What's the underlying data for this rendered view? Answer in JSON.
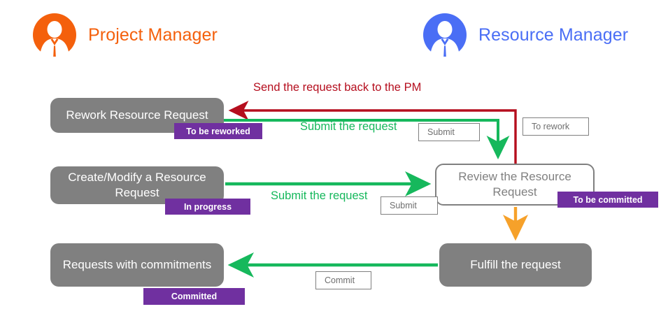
{
  "roles": [
    {
      "id": "project-manager",
      "label": "Project Manager",
      "color": "#f4600c",
      "avatar_icon": "person-avatar-icon"
    },
    {
      "id": "resource-manager",
      "label": "Resource Manager",
      "color": "#4a6ef5",
      "avatar_icon": "person-avatar-icon"
    }
  ],
  "nodes": {
    "rework": {
      "label": "Rework Resource Request"
    },
    "create": {
      "label": "Create/Modify a Resource Request"
    },
    "requests": {
      "label": "Requests with commitments"
    },
    "review": {
      "label": "Review the Resource Request"
    },
    "fulfill": {
      "label": "Fulfill the request"
    }
  },
  "badges": {
    "reworked": {
      "label": "To be reworked"
    },
    "in_progress": {
      "label": "In progress"
    },
    "committed": {
      "label": "Committed"
    },
    "to_be_committed": {
      "label": "To be committed"
    }
  },
  "buttons": {
    "submit_top": {
      "label": "Submit"
    },
    "to_rework": {
      "label": "To rework"
    },
    "submit_mid": {
      "label": "Submit"
    },
    "commit": {
      "label": "Commit"
    }
  },
  "edge_labels": {
    "send_back": {
      "label": "Send the request back to the PM"
    },
    "submit_top": {
      "label": "Submit the request"
    },
    "submit_middle": {
      "label": "Submit the request"
    }
  },
  "colors": {
    "node_fill": "#808080",
    "node_text": "#ffffff",
    "outline_node_border": "#808080",
    "outline_node_text": "#808080",
    "badge_purple": "#7030a0",
    "arrow_red": "#b50e1e",
    "arrow_green": "#16b85c",
    "arrow_orange": "#f6a12a",
    "button_border": "#808080",
    "button_text": "#6f6f6f",
    "pm_accent": "#f4600c",
    "rm_accent": "#4a6ef5"
  }
}
